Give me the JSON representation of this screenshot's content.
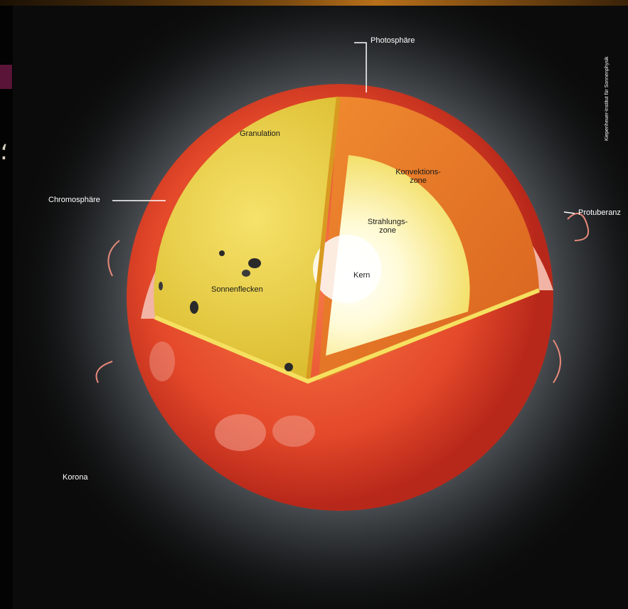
{
  "labels": {
    "photosphere": "Photosphäre",
    "granulation": "Granulation",
    "convection_line1": "Konvektions-",
    "convection_line2": "zone",
    "radiation_line1": "Strahlungs-",
    "radiation_line2": "zone",
    "core": "Kern",
    "chromosphere": "Chromosphäre",
    "sunspots": "Sonnenflecken",
    "prominence": "Protuberanz",
    "corona": "Korona"
  },
  "credit": "Kiepenheuer-Institut für Sonnenphysik",
  "decor": {
    "glyph": "؛"
  },
  "colors": {
    "background": "#050505",
    "sun_surface": "#e8502a",
    "photosphere_rim": "#f0b0a0",
    "granulation": "#e8d23a",
    "convection": "#e8782a",
    "radiation": "#fff4a0",
    "core": "#ffffff",
    "corona": "#b8c0c8",
    "accent_bar": "#5a1438"
  }
}
